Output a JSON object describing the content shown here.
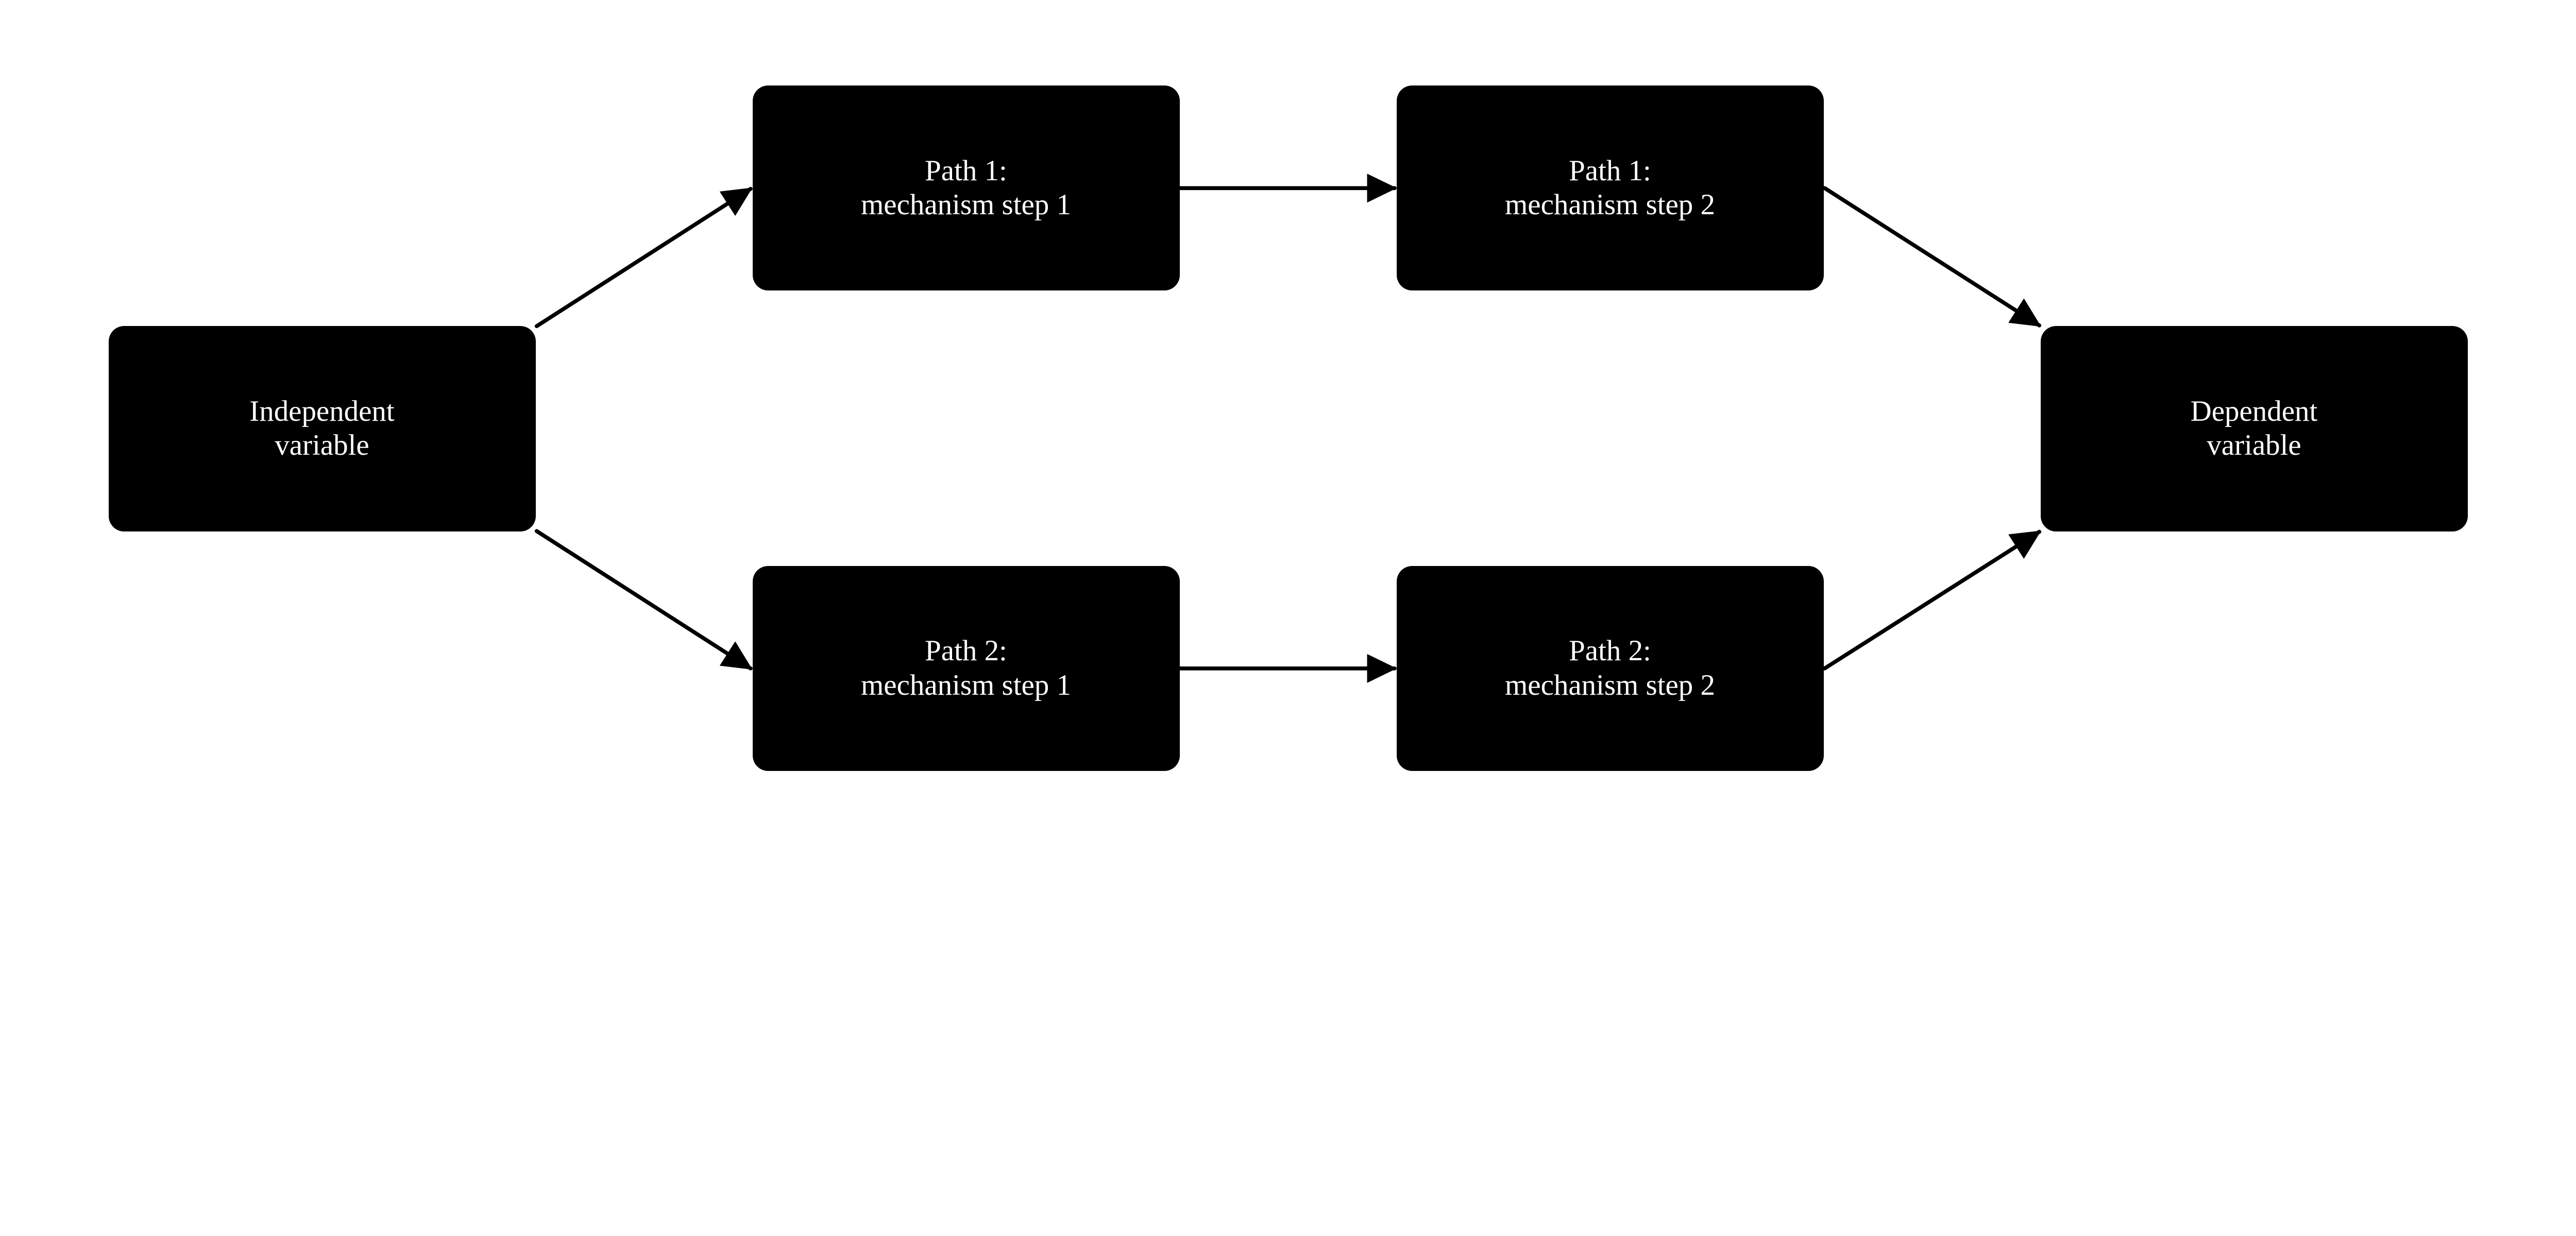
{
  "nodes": {
    "independent": {
      "line1": "Independent",
      "line2": "variable"
    },
    "p1s1": {
      "line1": "Path 1:",
      "line2": "mechanism step 1"
    },
    "p1s2": {
      "line1": "Path 1:",
      "line2": "mechanism step 2"
    },
    "p2s1": {
      "line1": "Path 2:",
      "line2": "mechanism step 1"
    },
    "p2s2": {
      "line1": "Path 2:",
      "line2": "mechanism step 2"
    },
    "dependent": {
      "line1": "Dependent",
      "line2": "variable"
    }
  },
  "edges": [
    {
      "from": "independent",
      "to": "p1s1"
    },
    {
      "from": "independent",
      "to": "p2s1"
    },
    {
      "from": "p1s1",
      "to": "p1s2"
    },
    {
      "from": "p2s1",
      "to": "p2s2"
    },
    {
      "from": "p1s2",
      "to": "dependent"
    },
    {
      "from": "p2s2",
      "to": "dependent"
    }
  ],
  "colors": {
    "node_fill": "#000000",
    "node_text": "#ffffff",
    "edge": "#000000"
  }
}
